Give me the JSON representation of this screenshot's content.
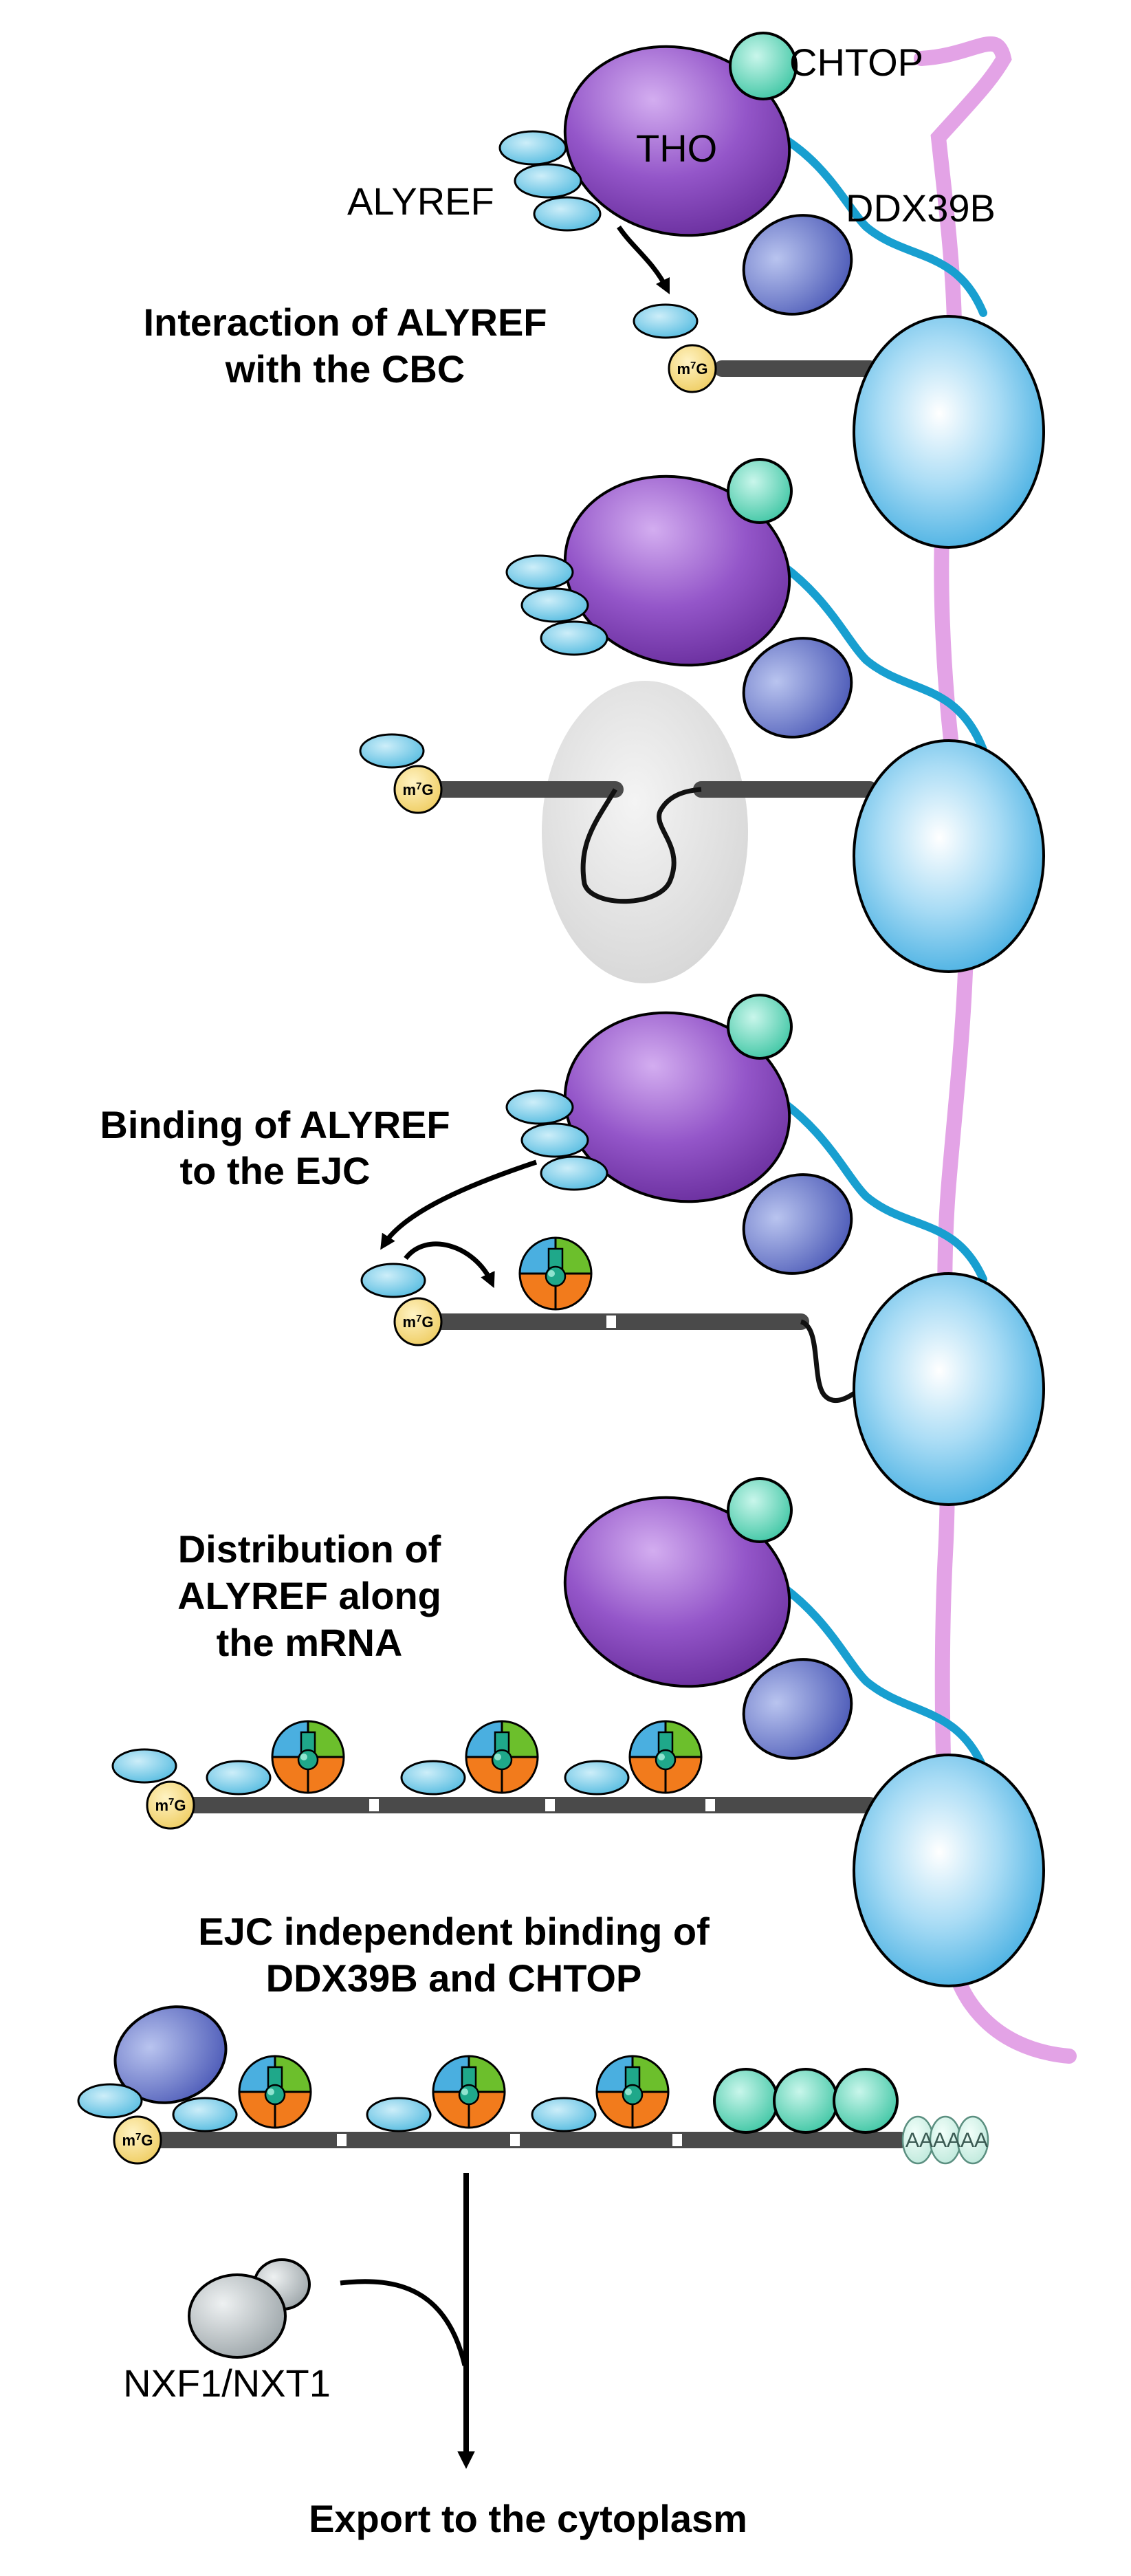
{
  "labels": {
    "chtop": "CHTOP",
    "tho": "THO",
    "alyref": "ALYREF",
    "ddx39b": "DDX39B",
    "nxf1_nxt1": "NXF1/NXT1",
    "cap": "m7G",
    "polya": "AAAAAA"
  },
  "steps": {
    "step1": [
      "Interaction of ALYREF",
      "with the CBC"
    ],
    "step3": [
      "Binding of ALYREF",
      "to the EJC"
    ],
    "step4": [
      "Distribution of",
      "ALYREF along",
      "the mRNA"
    ],
    "step5": [
      "EJC independent binding of",
      "DDX39B and CHTOP"
    ],
    "export": "Export to the cytoplasm"
  },
  "colors": {
    "tho": "#8a4ec0",
    "chtop": "#5ed6b8",
    "alyref": "#6cc9e4",
    "ddx39b": "#5d6fc4",
    "polII": "#5bbde8",
    "ctd": "#e3a3e6",
    "linker": "#189fd0",
    "rna": "#4a4a4a",
    "cap": "#f7dc82",
    "spliceosome": "#e6e6e6",
    "ejc_blue": "#4aafe0",
    "ejc_green": "#6cbf2c",
    "ejc_orange": "#f27b1c",
    "ejc_teal": "#1fa88a",
    "nxf1": "#b9c0c3"
  }
}
